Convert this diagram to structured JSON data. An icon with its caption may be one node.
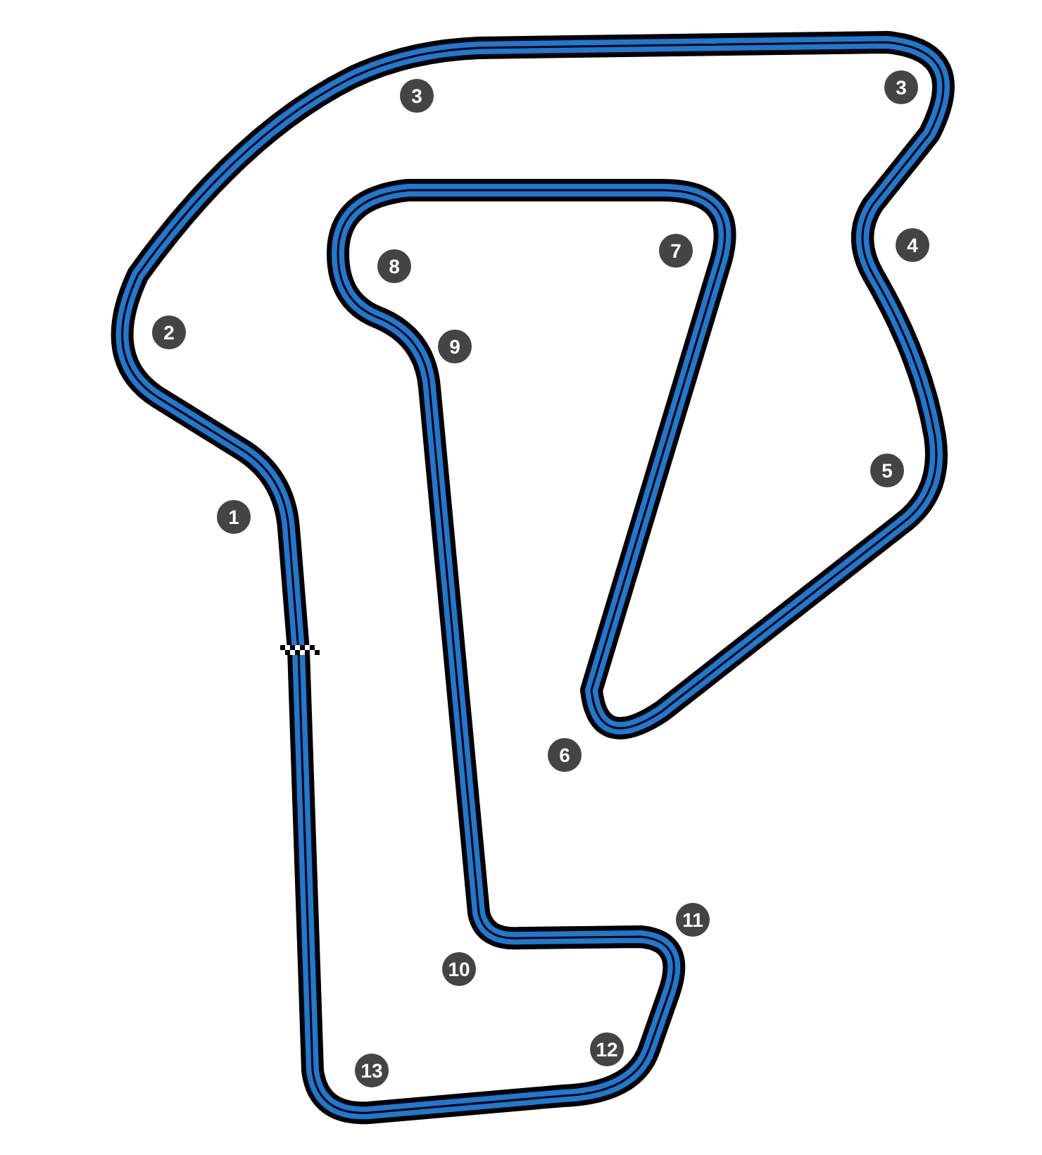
{
  "diagram": {
    "labels": [
      "3",
      "3",
      "4",
      "7",
      "8",
      "2",
      "9",
      "5",
      "1",
      "6",
      "11",
      "10",
      "12",
      "13"
    ]
  }
}
